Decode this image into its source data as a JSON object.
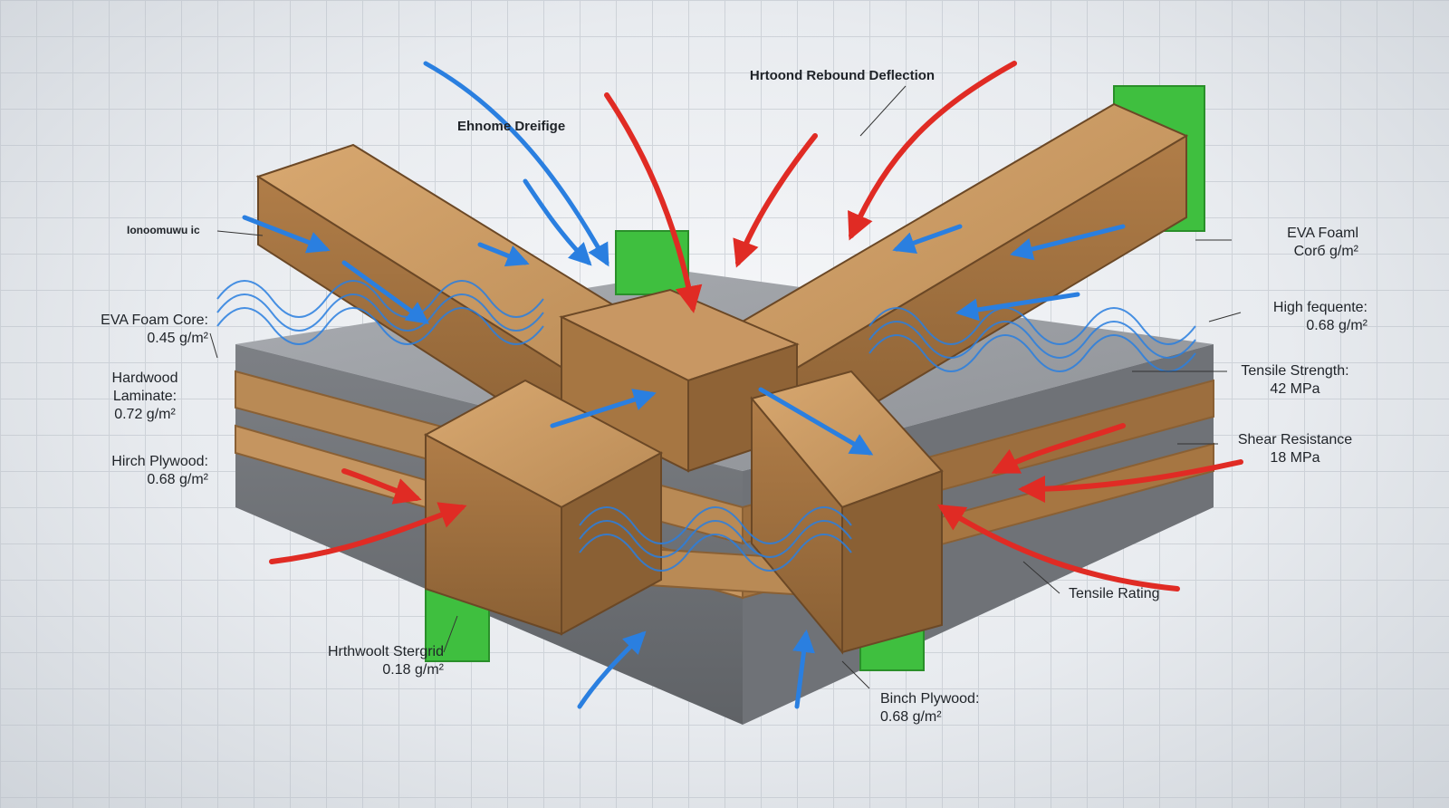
{
  "labels": {
    "top_center": "Hrtoond Rebound Deflection",
    "top_left": "Ehnome Dreifige",
    "left_small": "Ionoomuwu  ic",
    "left_1a": "EVA Foam Core:",
    "left_1b": "0.45 g/m²",
    "left_2a": "Hardwood",
    "left_2b": "Laminate:",
    "left_2c": "0.72 g/m²",
    "left_3a": "Hirch Plywood:",
    "left_3b": "0.68 g/m²",
    "bottom_left_a": "Hrthwoolt Stergrid",
    "bottom_left_b": "0.18 g/m²",
    "bottom_right_a": "Binch Plywood:",
    "bottom_right_b": "0.68 g/m²",
    "right_1a": "EVA Foaml",
    "right_1b": "Corб g/m²",
    "right_2a": "High fequente:",
    "right_2b": "0.68 g/m²",
    "right_3a": "Tensile Strength:",
    "right_3b": "42 MPa",
    "right_4a": "Shear Resistance",
    "right_4b": "18 MPa",
    "right_5": "Tensile Rating"
  },
  "colors": {
    "wood": "#b98a55",
    "wood_dark": "#8a6034",
    "foam": "#8e9196",
    "foam_dark": "#6d7074",
    "green_block": "#3fbf3f",
    "blue_flow": "#2a7fe0",
    "red_flow": "#e02b24",
    "grid": "#b9bfc7"
  },
  "icons": {
    "flow_arrow": "arrow-icon",
    "wave": "wave-icon"
  }
}
